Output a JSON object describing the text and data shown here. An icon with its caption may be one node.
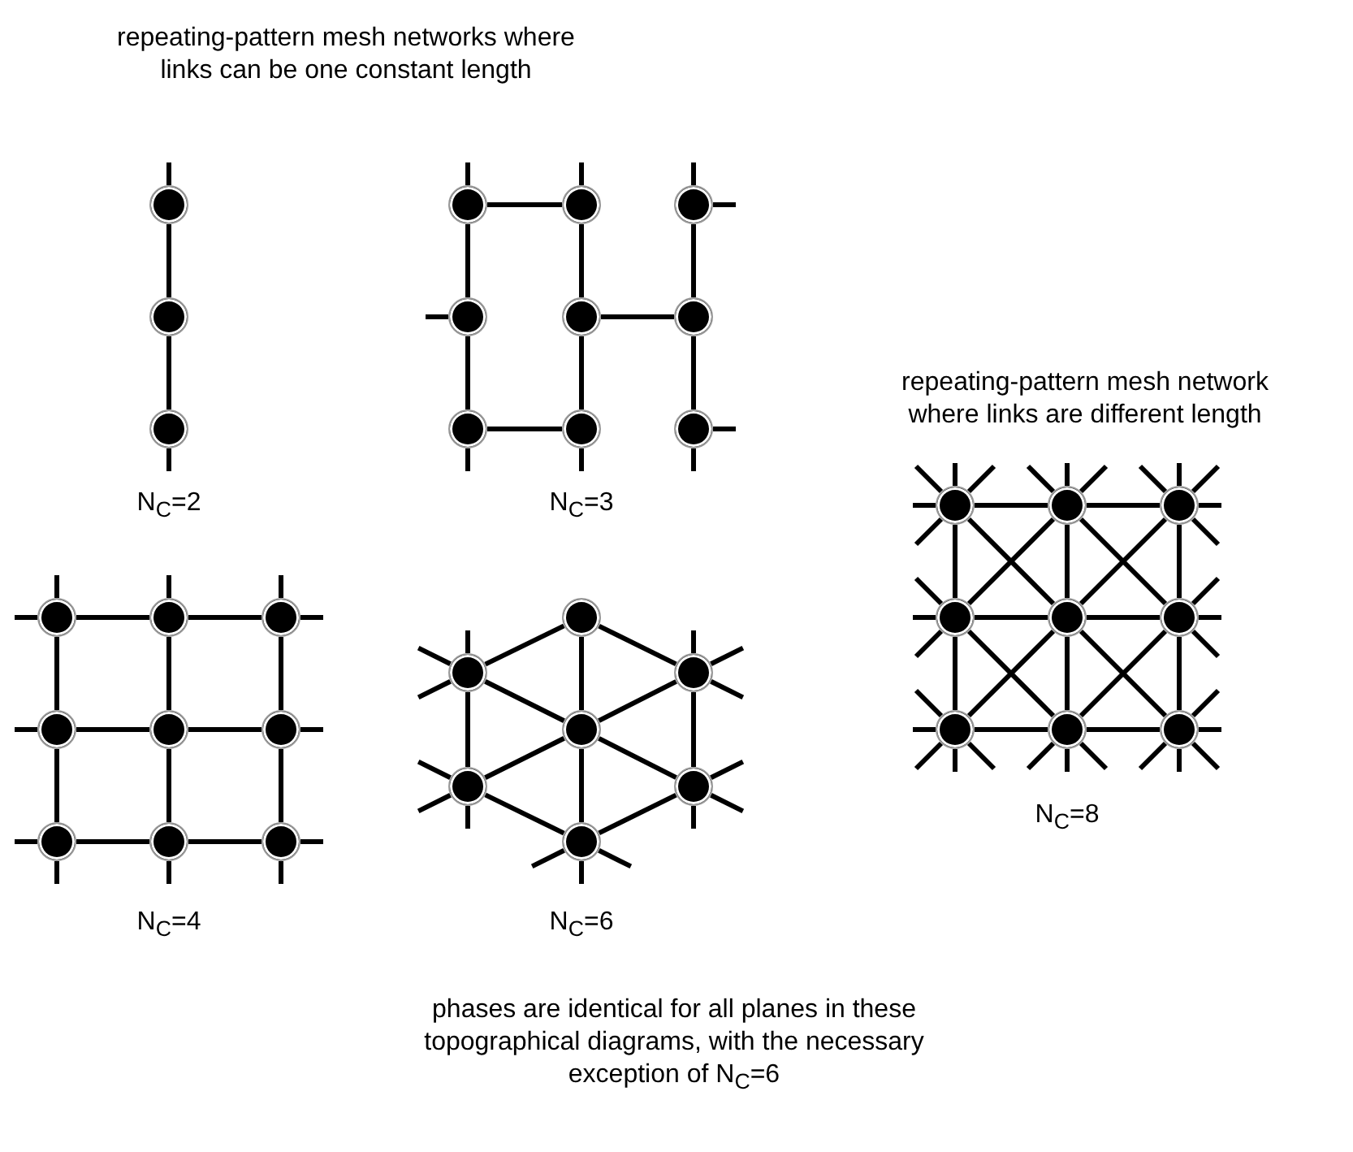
{
  "diagram": {
    "title": "repeating-pattern mesh networks where links can be one constant length",
    "caption": "phases are identical for all planes in these topographical diagrams, with the necessary exception of N$_{C}$=6",
    "nodes": [
      {
        "text": [],
        "shape": "circle"
      },
      {
        "text": [],
        "shape": "circle"
      },
      {
        "text": [],
        "shape": "circle"
      },
      {
        "text": [],
        "shape": "circle"
      },
      {
        "text": [],
        "shape": "circle"
      },
      {
        "text": [],
        "shape": "circle"
      },
      {
        "text": [],
        "shape": "circle"
      },
      {
        "text": [],
        "shape": "circle"
      },
      {
        "text": [],
        "shape": "circle"
      },
      {
        "text": [],
        "shape": "circle"
      },
      {
        "text": [],
        "shape": "circle"
      },
      {
        "text": [],
        "shape": "circle"
      },
      {
        "text": [],
        "shape": "circle"
      },
      {
        "text": [],
        "shape": "circle"
      },
      {
        "text": [],
        "shape": "circle"
      },
      {
        "text": [],
        "shape": "circle"
      },
      {
        "text": [],
        "shape": "circle"
      },
      {
        "text": [],
        "shape": "circle"
      },
      {
        "text": [],
        "shape": "circle"
      },
      {
        "text": [],
        "shape": "circle"
      },
      {
        "text": [],
        "shape": "circle"
      },
      {
        "text": [],
        "shape": "circle"
      },
      {
        "text": [],
        "shape": "circle"
      },
      {
        "text": [],
        "shape": "circle"
      },
      {
        "text": [],
        "shape": "circle"
      },
      {
        "text": [],
        "shape": "circle"
      },
      {
        "text": [],
        "shape": "circle"
      },
      {
        "text": [],
        "shape": "circle"
      },
      {
        "text": [],
        "shape": "circle"
      },
      {
        "text": [],
        "shape": "circle"
      },
      {
        "text": [],
        "shape": "circle"
      },
      {
        "text": [],
        "shape": "circle"
      },
      {
        "text": [],
        "shape": "circle"
      },
      {
        "text": [],
        "shape": "circle"
      },
      {
        "text": [],
        "shape": "circle"
      },
      {
        "text": [],
        "shape": "circle"
      },
      {
        "text": [],
        "shape": "circle"
      }
    ],
    "edges": [
      {
        "from": 0,
        "to": null,
        "arrow": "none"
      },
      {
        "from": 0,
        "to": 1,
        "arrow": "none"
      },
      {
        "from": 1,
        "to": 2,
        "arrow": "none"
      },
      {
        "from": 2,
        "to": null,
        "arrow": "none"
      },
      {
        "from": 3,
        "to": null,
        "arrow": "none"
      },
      {
        "from": 4,
        "to": null,
        "arrow": "none"
      },
      {
        "from": 5,
        "to": null,
        "arrow": "none"
      },
      {
        "from": 3,
        "to": 4,
        "arrow": "none"
      },
      {
        "from": 5,
        "to": null,
        "arrow": "none"
      },
      {
        "from": 3,
        "to": 6,
        "arrow": "none"
      },
      {
        "from": 4,
        "to": 7,
        "arrow": "none"
      },
      {
        "from": 5,
        "to": 8,
        "arrow": "none"
      },
      {
        "from": 6,
        "to": null,
        "arrow": "none"
      },
      {
        "from": 7,
        "to": 8,
        "arrow": "none"
      },
      {
        "from": 6,
        "to": 9,
        "arrow": "none"
      },
      {
        "from": 7,
        "to": 10,
        "arrow": "none"
      },
      {
        "from": 8,
        "to": 11,
        "arrow": "none"
      },
      {
        "from": 9,
        "to": 10,
        "arrow": "none"
      },
      {
        "from": 11,
        "to": null,
        "arrow": "none"
      },
      {
        "from": 9,
        "to": null,
        "arrow": "none"
      },
      {
        "from": 10,
        "to": null,
        "arrow": "none"
      },
      {
        "from": 11,
        "to": null,
        "arrow": "none"
      },
      {
        "from": 12,
        "to": null,
        "arrow": "none"
      },
      {
        "from": 13,
        "to": null,
        "arrow": "none"
      },
      {
        "from": 14,
        "to": null,
        "arrow": "none"
      },
      {
        "from": 12,
        "to": null,
        "arrow": "none"
      },
      {
        "from": 12,
        "to": 13,
        "arrow": "none"
      },
      {
        "from": 13,
        "to": 14,
        "arrow": "none"
      },
      {
        "from": 14,
        "to": null,
        "arrow": "none"
      },
      {
        "from": 12,
        "to": 15,
        "arrow": "none"
      },
      {
        "from": 13,
        "to": 16,
        "arrow": "none"
      },
      {
        "from": 14,
        "to": 17,
        "arrow": "none"
      },
      {
        "from": 15,
        "to": null,
        "arrow": "none"
      },
      {
        "from": 15,
        "to": 16,
        "arrow": "none"
      },
      {
        "from": 16,
        "to": 17,
        "arrow": "none"
      },
      {
        "from": 17,
        "to": null,
        "arrow": "none"
      },
      {
        "from": 15,
        "to": 18,
        "arrow": "none"
      },
      {
        "from": 16,
        "to": 19,
        "arrow": "none"
      },
      {
        "from": 17,
        "to": 20,
        "arrow": "none"
      },
      {
        "from": 18,
        "to": null,
        "arrow": "none"
      },
      {
        "from": 18,
        "to": 19,
        "arrow": "none"
      },
      {
        "from": 19,
        "to": 20,
        "arrow": "none"
      },
      {
        "from": 20,
        "to": null,
        "arrow": "none"
      },
      {
        "from": 18,
        "to": null,
        "arrow": "none"
      },
      {
        "from": 19,
        "to": null,
        "arrow": "none"
      },
      {
        "from": 20,
        "to": null,
        "arrow": "none"
      },
      {
        "from": 22,
        "to": null,
        "arrow": "none"
      },
      {
        "from": 23,
        "to": null,
        "arrow": "none"
      },
      {
        "from": 21,
        "to": 22,
        "arrow": "none"
      },
      {
        "from": 21,
        "to": 23,
        "arrow": "none"
      },
      {
        "from": 21,
        "to": 24,
        "arrow": "none"
      },
      {
        "from": 22,
        "to": null,
        "arrow": "none"
      },
      {
        "from": 22,
        "to": null,
        "arrow": "none"
      },
      {
        "from": 23,
        "to": null,
        "arrow": "none"
      },
      {
        "from": 23,
        "to": null,
        "arrow": "none"
      },
      {
        "from": 22,
        "to": 24,
        "arrow": "none"
      },
      {
        "from": 23,
        "to": 24,
        "arrow": "none"
      },
      {
        "from": 22,
        "to": 25,
        "arrow": "none"
      },
      {
        "from": 23,
        "to": 26,
        "arrow": "none"
      },
      {
        "from": 24,
        "to": 25,
        "arrow": "none"
      },
      {
        "from": 24,
        "to": 26,
        "arrow": "none"
      },
      {
        "from": 24,
        "to": 27,
        "arrow": "none"
      },
      {
        "from": 25,
        "to": null,
        "arrow": "none"
      },
      {
        "from": 25,
        "to": null,
        "arrow": "none"
      },
      {
        "from": 26,
        "to": null,
        "arrow": "none"
      },
      {
        "from": 26,
        "to": null,
        "arrow": "none"
      },
      {
        "from": 25,
        "to": 27,
        "arrow": "none"
      },
      {
        "from": 26,
        "to": 27,
        "arrow": "none"
      },
      {
        "from": 25,
        "to": null,
        "arrow": "none"
      },
      {
        "from": 26,
        "to": null,
        "arrow": "none"
      },
      {
        "from": 27,
        "to": null,
        "arrow": "none"
      },
      {
        "from": 27,
        "to": null,
        "arrow": "none"
      },
      {
        "from": 27,
        "to": null,
        "arrow": "none"
      },
      {
        "from": 28,
        "to": null,
        "arrow": "none"
      },
      {
        "from": 28,
        "to": null,
        "arrow": "none"
      },
      {
        "from": 28,
        "to": null,
        "arrow": "none"
      },
      {
        "from": 28,
        "to": null,
        "arrow": "none"
      },
      {
        "from": 28,
        "to": null,
        "arrow": "none"
      },
      {
        "from": 29,
        "to": null,
        "arrow": "none"
      },
      {
        "from": 29,
        "to": null,
        "arrow": "none"
      },
      {
        "from": 29,
        "to": null,
        "arrow": "none"
      },
      {
        "from": 30,
        "to": null,
        "arrow": "none"
      },
      {
        "from": 30,
        "to": null,
        "arrow": "none"
      },
      {
        "from": 30,
        "to": null,
        "arrow": "none"
      },
      {
        "from": 30,
        "to": null,
        "arrow": "none"
      },
      {
        "from": 30,
        "to": null,
        "arrow": "none"
      },
      {
        "from": 28,
        "to": 29,
        "arrow": "none"
      },
      {
        "from": 29,
        "to": 30,
        "arrow": "none"
      },
      {
        "from": 28,
        "to": 31,
        "arrow": "none"
      },
      {
        "from": 29,
        "to": 32,
        "arrow": "none"
      },
      {
        "from": 30,
        "to": 33,
        "arrow": "none"
      },
      {
        "from": 28,
        "to": 32,
        "arrow": "none"
      },
      {
        "from": 29,
        "to": 31,
        "arrow": "none"
      },
      {
        "from": 29,
        "to": 33,
        "arrow": "none"
      },
      {
        "from": 30,
        "to": 32,
        "arrow": "none"
      },
      {
        "from": 31,
        "to": null,
        "arrow": "none"
      },
      {
        "from": 31,
        "to": null,
        "arrow": "none"
      },
      {
        "from": 31,
        "to": null,
        "arrow": "none"
      },
      {
        "from": 33,
        "to": null,
        "arrow": "none"
      },
      {
        "from": 33,
        "to": null,
        "arrow": "none"
      },
      {
        "from": 33,
        "to": null,
        "arrow": "none"
      },
      {
        "from": 31,
        "to": 32,
        "arrow": "none"
      },
      {
        "from": 32,
        "to": 33,
        "arrow": "none"
      },
      {
        "from": 31,
        "to": 34,
        "arrow": "none"
      },
      {
        "from": 32,
        "to": 35,
        "arrow": "none"
      },
      {
        "from": 33,
        "to": 36,
        "arrow": "none"
      },
      {
        "from": 31,
        "to": 35,
        "arrow": "none"
      },
      {
        "from": 32,
        "to": 34,
        "arrow": "none"
      },
      {
        "from": 32,
        "to": 36,
        "arrow": "none"
      },
      {
        "from": 33,
        "to": 35,
        "arrow": "none"
      },
      {
        "from": 34,
        "to": null,
        "arrow": "none"
      },
      {
        "from": 34,
        "to": null,
        "arrow": "none"
      },
      {
        "from": 34,
        "to": null,
        "arrow": "none"
      },
      {
        "from": 34,
        "to": null,
        "arrow": "none"
      },
      {
        "from": 34,
        "to": null,
        "arrow": "none"
      },
      {
        "from": 35,
        "to": null,
        "arrow": "none"
      },
      {
        "from": 35,
        "to": null,
        "arrow": "none"
      },
      {
        "from": 35,
        "to": null,
        "arrow": "none"
      },
      {
        "from": 36,
        "to": null,
        "arrow": "none"
      },
      {
        "from": 36,
        "to": null,
        "arrow": "none"
      },
      {
        "from": 36,
        "to": null,
        "arrow": "none"
      },
      {
        "from": 36,
        "to": null,
        "arrow": "none"
      },
      {
        "from": 36,
        "to": null,
        "arrow": "none"
      },
      {
        "from": 34,
        "to": 35,
        "arrow": "none"
      },
      {
        "from": 35,
        "to": 36,
        "arrow": "none"
      }
    ],
    "labels": [
      "repeating-pattern mesh network where links are different length",
      "N$_{C}$=2",
      "N$_{C}$=3",
      "N$_{C}$=8",
      "N$_{C}$=4",
      "N$_{C}$=6"
    ]
  }
}
